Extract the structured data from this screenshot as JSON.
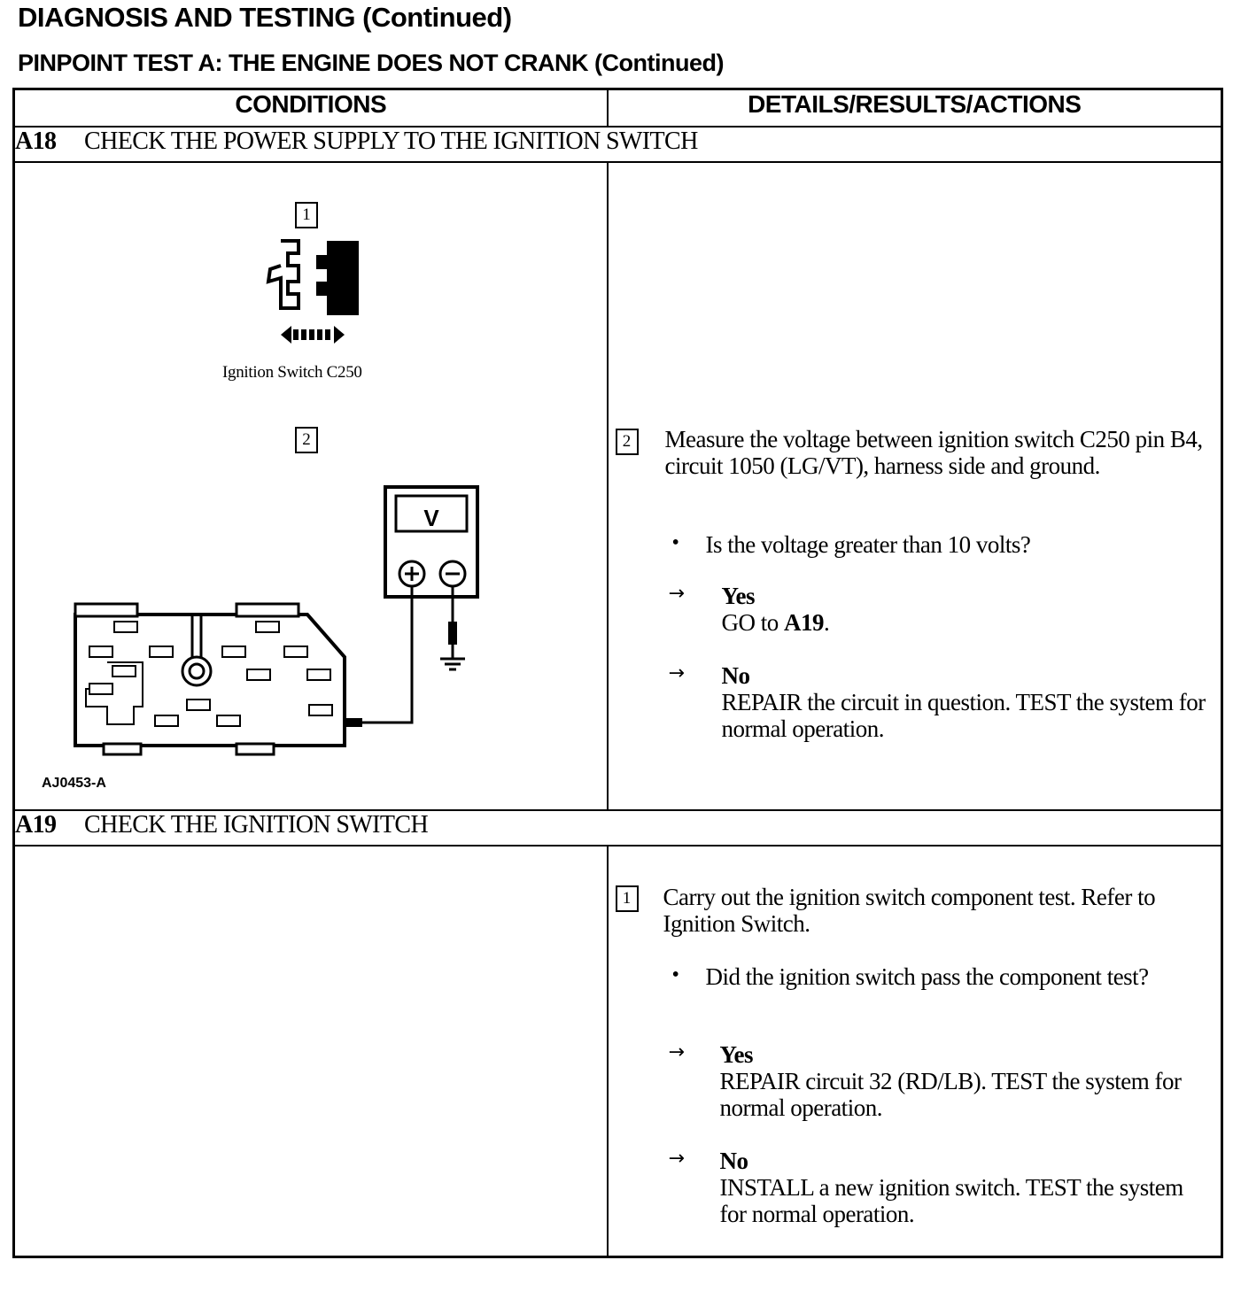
{
  "header": {
    "title": "DIAGNOSIS AND TESTING (Continued)",
    "subtitle": "PINPOINT TEST A:  THE ENGINE DOES NOT CRANK (Continued)"
  },
  "table": {
    "col_conditions": "CONDITIONS",
    "col_details": "DETAILS/RESULTS/ACTIONS"
  },
  "a18": {
    "id": "A18",
    "title": "CHECK THE POWER SUPPLY TO THE IGNITION SWITCH",
    "fig_step1": "1",
    "fig_caption": "Ignition Switch C250",
    "fig_step2": "2",
    "meter_label": "V",
    "figure_id": "AJ0453-A",
    "step_num": "2",
    "instruction": "Measure the voltage between ignition switch C250 pin B4, circuit 1050 (LG/VT), harness side and ground.",
    "question": "Is the voltage greater than 10 volts?",
    "yes_label": "Yes",
    "yes_prefix": "GO to ",
    "yes_target": "A19",
    "yes_suffix": ".",
    "no_label": "No",
    "no_action": "REPAIR the circuit in question. TEST the system for normal operation."
  },
  "a19": {
    "id": "A19",
    "title": "CHECK THE IGNITION SWITCH",
    "step_num": "1",
    "instruction": "Carry out the ignition switch component test. Refer to Ignition Switch.",
    "question": "Did the ignition switch pass the component test?",
    "yes_label": "Yes",
    "yes_action": "REPAIR circuit 32 (RD/LB). TEST the system for normal operation.",
    "no_label": "No",
    "no_action": "INSTALL a new ignition switch.  TEST the system for normal  operation."
  },
  "symbols": {
    "bullet": "•",
    "arrow": "→"
  }
}
